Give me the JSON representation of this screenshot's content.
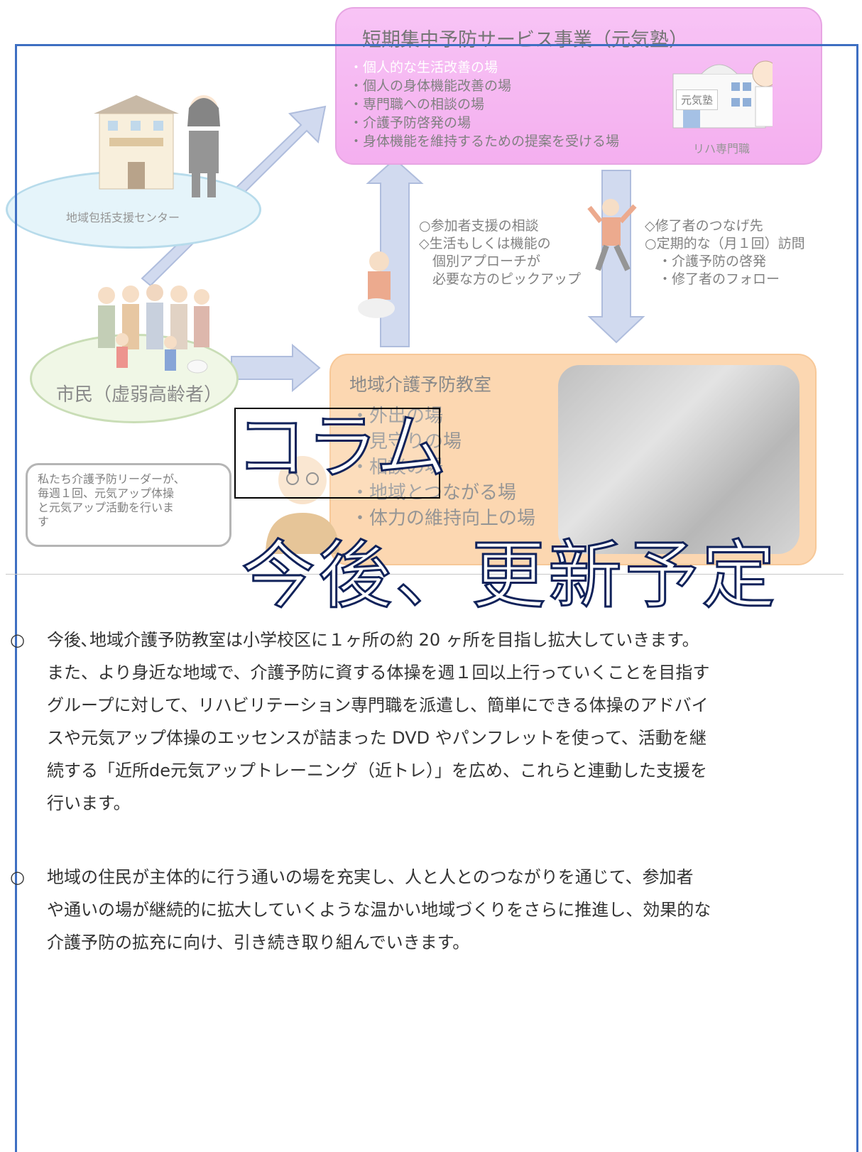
{
  "diagram": {
    "top_box": {
      "title": "短期集中予防サービス事業（元気塾）",
      "bullets": [
        "・個人的な生活改善の場",
        "・個人の身体機能改善の場",
        "・専門職への相談の場",
        "・介護予防啓発の場",
        "・身体機能を維持するための提案を受ける場"
      ],
      "building_label": "元気塾",
      "specialist_label": "リハ専門職"
    },
    "center_label": "地域包括支援センター",
    "citizens_label": "市民（虚弱高齢者）",
    "consult_lines": [
      "○参加者支援の相談",
      "◇生活もしくは機能の",
      "　個別アプローチが",
      "　必要な方のピックアップ"
    ],
    "followup_lines": [
      "◇修了者のつなげ先",
      "○定期的な（月１回）訪問",
      "　・介護予防の啓発",
      "　・修了者のフォロー"
    ],
    "bottom_box": {
      "title": "地域介護予防教室",
      "bullets": [
        "・外出の場",
        "・見守りの場",
        "・相談の場",
        "・地域とつながる場",
        "・体力の維持向上の場"
      ]
    },
    "speech_bubble": "私たち介護予防リーダーが、毎週１回、元気アップ体操と元気アップ活動を行います",
    "speech_lines": [
      "私たち介護予防リーダーが、",
      "毎週１回、元気アップ体操",
      "と元気アップ活動を行いま",
      "す"
    ]
  },
  "overlay": {
    "column": "コラム",
    "update": "今後、更新予定"
  },
  "paragraphs": {
    "p1": {
      "mark": "○",
      "lines": [
        "今後､地域介護予防教室は小学校区に１ヶ所の約 20 ヶ所を目指し拡大していきます。",
        "また、より身近な地域で、介護予防に資する体操を週１回以上行っていくことを目指す",
        "グループに対して、リハビリテーション専門職を派遣し、簡単にできる体操のアドバイ",
        "スや元気アップ体操のエッセンスが詰まった DVD やパンフレットを使って、活動を継",
        "続する「近所de元気アップトレーニング（近トレ）」を広め、これらと連動した支援を",
        "行います。"
      ]
    },
    "p2": {
      "mark": "○",
      "lines": [
        "地域の住民が主体的に行う通いの場を充実し、人と人とのつながりを通じて、参加者",
        "や通いの場が継続的に拡大していくような温かい地域づくりをさらに推進し、効果的な",
        "介護予防の拡充に向け、引き続き取り組んでいきます。"
      ]
    }
  },
  "colors": {
    "frame": "#3e6fc2",
    "top_box": "#ee7fe6",
    "bottom_box": "#fbbf82",
    "title_stroke": "#10225a"
  }
}
